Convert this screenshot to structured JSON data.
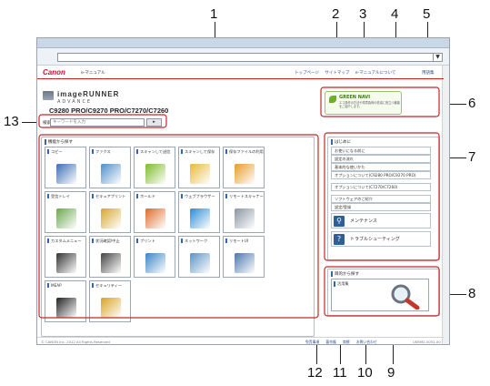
{
  "browser": {
    "address_text": ""
  },
  "header": {
    "logo": "Canon",
    "manual_label": "e-マニュアル",
    "top_links": [
      "トップページ",
      "サイトマップ",
      "e-マニュアルについて"
    ],
    "help_link": "用語集"
  },
  "product": {
    "brand": "imageRUNNER",
    "brand_sub": "ADVANCE",
    "models": "C9280 PRO/C9270 PRO/C7270/C7260"
  },
  "search": {
    "label": "検索",
    "placeholder": "キーワードを入力",
    "button_label": "▸"
  },
  "green_navi": {
    "title": "GREEN NAVI",
    "text": "エコ操作の方法や環境負荷の低減に役立つ機能をご紹介します。"
  },
  "purpose_panel": {
    "title": "機能から探す",
    "tiles": [
      {
        "label": "コピー",
        "icon": "copy-icon",
        "color": "#3a6fb5"
      },
      {
        "label": "ファクス",
        "icon": "fax-icon",
        "color": "#4f8fc8"
      },
      {
        "label": "スキャンして送信",
        "icon": "scan-send-icon",
        "color": "#7dbb2a"
      },
      {
        "label": "スキャンして保存",
        "icon": "scan-store-icon",
        "color": "#e7b93a"
      },
      {
        "label": "保存ファイルの利用",
        "icon": "stored-file-icon",
        "color": "#e99a2a"
      },
      {
        "label": "受信トレイ",
        "icon": "inbox-icon",
        "color": "#6aa84f"
      },
      {
        "label": "セキュアプリント",
        "icon": "secure-print-icon",
        "color": "#d4a72c"
      },
      {
        "label": "ホールド",
        "icon": "hold-icon",
        "color": "#e06a2a"
      },
      {
        "label": "ウェブブラウザー",
        "icon": "web-browser-icon",
        "color": "#2c8cd4"
      },
      {
        "label": "リモートスキャナー",
        "icon": "remote-scanner-icon",
        "color": "#8a96a3"
      },
      {
        "label": "カスタムメニュー",
        "icon": "custom-menu-icon",
        "color": "#333333"
      },
      {
        "label": "状況確認/中止",
        "icon": "status-monitor-icon",
        "color": "#444444"
      },
      {
        "label": "プリント",
        "icon": "print-icon",
        "color": "#3a84c8"
      },
      {
        "label": "ネットワーク",
        "icon": "network-icon",
        "color": "#5c93c4"
      },
      {
        "label": "リモートUI",
        "icon": "remote-ui-icon",
        "color": "#4a78b0"
      },
      {
        "label": "MEAP",
        "icon": "meap-logo-icon",
        "color": "#222222"
      },
      {
        "label": "セキュリティー",
        "icon": "security-lock-icon",
        "color": "#d8a422"
      }
    ]
  },
  "info_panel": {
    "title": "はじめに",
    "items": [
      "お使いになる前に",
      "設定の流れ",
      "基本的な使いかた",
      "オプションについて(C9280 PRO/C9270 PRO)",
      "オプションについて(C7270/C7260)",
      "ソフトウェアのご紹介",
      "設定/登録"
    ],
    "big_items": [
      {
        "label": "メンテナンス",
        "icon": "maintenance-icon"
      },
      {
        "label": "トラブルシューティング",
        "icon": "troubleshooting-icon"
      }
    ]
  },
  "category_panel": {
    "title": "目的から探す",
    "item_label": "活用集"
  },
  "footer": {
    "copyright": "© CANON Inc. 2012 All Rights Reserved",
    "links": [
      "免責事項",
      "著作権",
      "商標",
      "お問い合わせ"
    ],
    "code": "USRM2-5051-00"
  },
  "callouts": [
    "1",
    "2",
    "3",
    "4",
    "5",
    "6",
    "7",
    "8",
    "9",
    "10",
    "11",
    "12",
    "13"
  ]
}
